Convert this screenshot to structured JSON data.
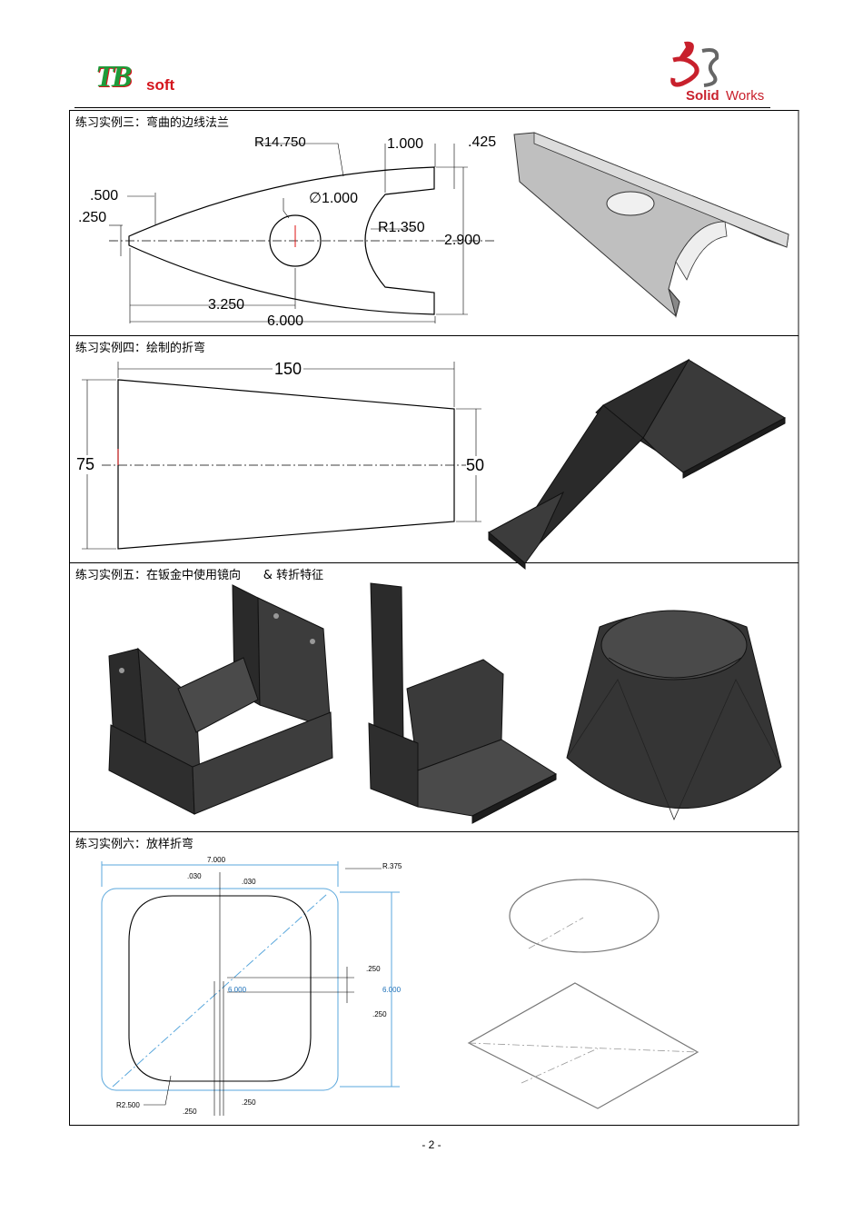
{
  "header": {
    "logo_left": {
      "tb": "TB",
      "soft": "soft"
    },
    "logo_right": {
      "ds": "DS",
      "brand_bold": "Solid",
      "brand_rest": "Works"
    }
  },
  "sections": [
    {
      "title": "练习实例三：弯曲的边线法兰",
      "dims": {
        "r_large": "R14.750",
        "width_top": "1.000",
        "edge": ".425",
        "tip_w": ".500",
        "tip_h": ".250",
        "hole": "∅1.000",
        "r_cut": "R1.350",
        "height": "2.900",
        "mid_len": "3.250",
        "total_len": "6.000"
      }
    },
    {
      "title": "练习实例四：绘制的折弯",
      "dims": {
        "len": "150",
        "left_h": "75",
        "right_h": "50"
      }
    },
    {
      "title": "练习实例五：在钣金中使用镜向      & 转折特征"
    },
    {
      "title": "练习实例六：放样折弯",
      "dims": {
        "width": "7.000",
        "gap1": ".030",
        "gap2": ".030",
        "r_corner": "R.375",
        "off_top": ".250",
        "height_mid": "6.000",
        "height_right": "6.000",
        "off_bot": ".250",
        "r_circle": "R2.500",
        "b1": ".250",
        "b2": ".250"
      }
    }
  ],
  "footer": {
    "page": "- 2 -"
  },
  "colors": {
    "sketch_blue": "#5aa7dc",
    "tb_green": "#1e9b3a",
    "tb_red": "#d4141c",
    "ds_red": "#c8202c"
  }
}
